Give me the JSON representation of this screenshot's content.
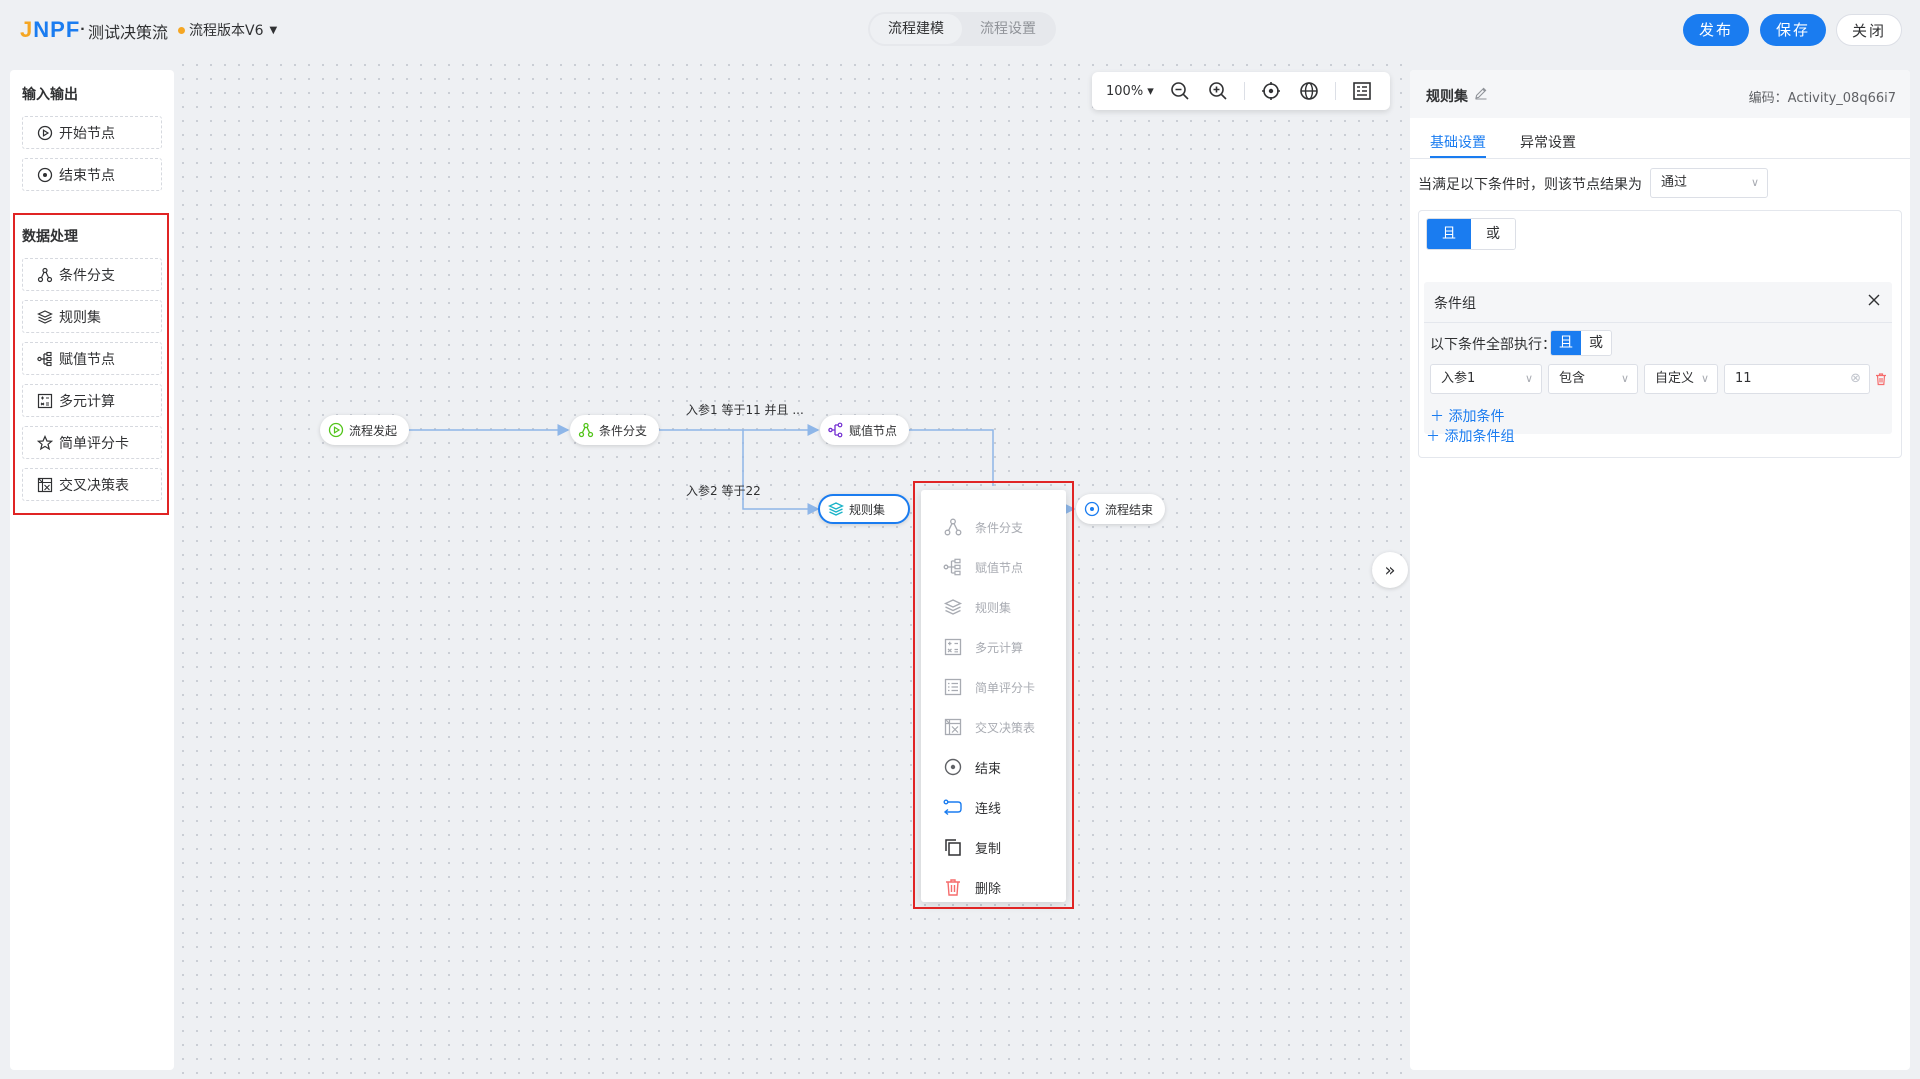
{
  "header": {
    "logo": [
      "J",
      "N",
      "P",
      "F",
      "·"
    ],
    "title": "测试决策流",
    "version": "流程版本V6",
    "mode_tabs": [
      "流程建模",
      "流程设置"
    ],
    "publish": "发布",
    "save": "保存",
    "close": "关闭"
  },
  "palette": {
    "io_title": "输入输出",
    "io_items": [
      "开始节点",
      "结束节点"
    ],
    "data_title": "数据处理",
    "data_items": [
      "条件分支",
      "规则集",
      "赋值节点",
      "多元计算",
      "简单评分卡",
      "交叉决策表"
    ]
  },
  "toolbar": {
    "zoom": "100%"
  },
  "flow": {
    "nodes": {
      "start": "流程发起",
      "branch": "条件分支",
      "assign": "赋值节点",
      "ruleset": "规则集",
      "end": "流程结束"
    },
    "edge_labels": [
      "入参1 等于11 并且 ...",
      "入参2 等于22"
    ]
  },
  "context_menu": {
    "disabled": [
      "条件分支",
      "赋值节点",
      "规则集",
      "多元计算",
      "简单评分卡",
      "交叉决策表"
    ],
    "enabled": [
      "结束",
      "连线",
      "复制",
      "删除"
    ]
  },
  "right_panel": {
    "title": "规则集",
    "code": "编码：Activity_08q66i7",
    "tabs": [
      "基础设置",
      "异常设置"
    ],
    "result_label": "当满足以下条件时，则该节点结果为",
    "result_value": "通过",
    "logic": [
      "且",
      "或"
    ],
    "group_title": "条件组",
    "exec_label": "以下条件全部执行：",
    "condition": {
      "param": "入参1",
      "operator": "包含",
      "type": "自定义",
      "value": "11"
    },
    "add_condition": "添加条件",
    "add_group": "添加条件组"
  },
  "colors": {
    "primary": "#1a7cf0",
    "highlight": "#e02424",
    "canvas": "#eef0f3"
  }
}
